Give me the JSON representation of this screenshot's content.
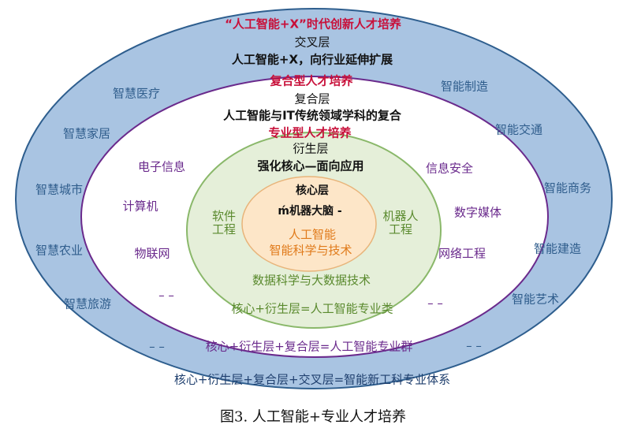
{
  "outer_layer": {
    "title": "“人工智能+X”时代创新人才培养",
    "name": "交叉层",
    "desc": "人工智能+X，向行业延伸扩展",
    "left_items": [
      "智慧医疗",
      "智慧家居",
      "智慧城市",
      "智慧农业",
      "智慧旅游"
    ],
    "right_items": [
      "智能制造",
      "智能交通",
      "智能商务",
      "智能建造",
      "智能艺术"
    ],
    "ellipsis_left": "– –",
    "ellipsis_right": "– –",
    "summary": "核心+衍生层+复合层+交叉层=智能新工科专业体系"
  },
  "compound_layer": {
    "title": "复合型人才培养",
    "name": "复合层",
    "desc": "人工智能与IT传统领域学科的复合",
    "left_items": [
      "电子信息",
      "计算机",
      "物联网"
    ],
    "right_items": [
      "信息安全",
      "数字媒体",
      "网络工程"
    ],
    "ellipsis_left": "– –",
    "ellipsis_right": "– –",
    "summary": "核心+衍生层+复合层=人工智能专业群"
  },
  "derived_layer": {
    "title": "专业型人才培养",
    "name": "衍生层",
    "desc": "强化核心—面向应用",
    "left_item": "软件\n工程",
    "right_item": "机器人\n工程",
    "bottom_item": "数据科学与大数据技术",
    "summary": "核心+衍生层=人工智能专业类"
  },
  "core_layer": {
    "name": "核心层",
    "subtitle": "ḿ机器大脑 -",
    "item_line1": "人工智能",
    "item_line2": "智能科学与技术"
  },
  "caption": "图3. 人工智能+专业人才培养",
  "colors": {
    "outer_fill": "#a9c4e2",
    "outer_stroke": "#2e5e8e",
    "compound_fill": "#ffffff",
    "compound_stroke": "#6a2a8c",
    "derived_fill": "#e5efd9",
    "derived_stroke": "#8ab86a",
    "core_fill": "#fde6c8",
    "core_stroke": "#e8b47a"
  }
}
